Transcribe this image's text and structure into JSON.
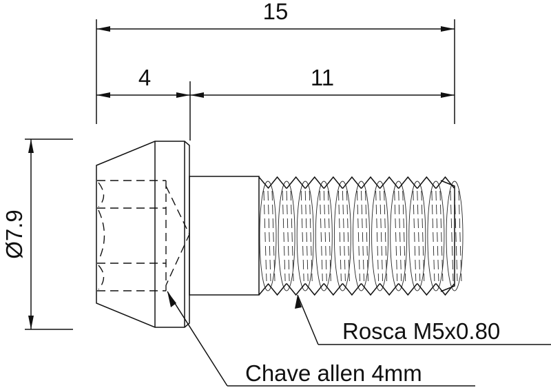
{
  "dimensions": {
    "overall_length": "15",
    "head_length": "4",
    "thread_length": "11",
    "head_diameter": "Ø7.9"
  },
  "callouts": {
    "thread": "Rosca  M5x0.80",
    "drive": "Chave allen 4mm"
  },
  "colors": {
    "line": "#111111",
    "background": "#ffffff"
  }
}
